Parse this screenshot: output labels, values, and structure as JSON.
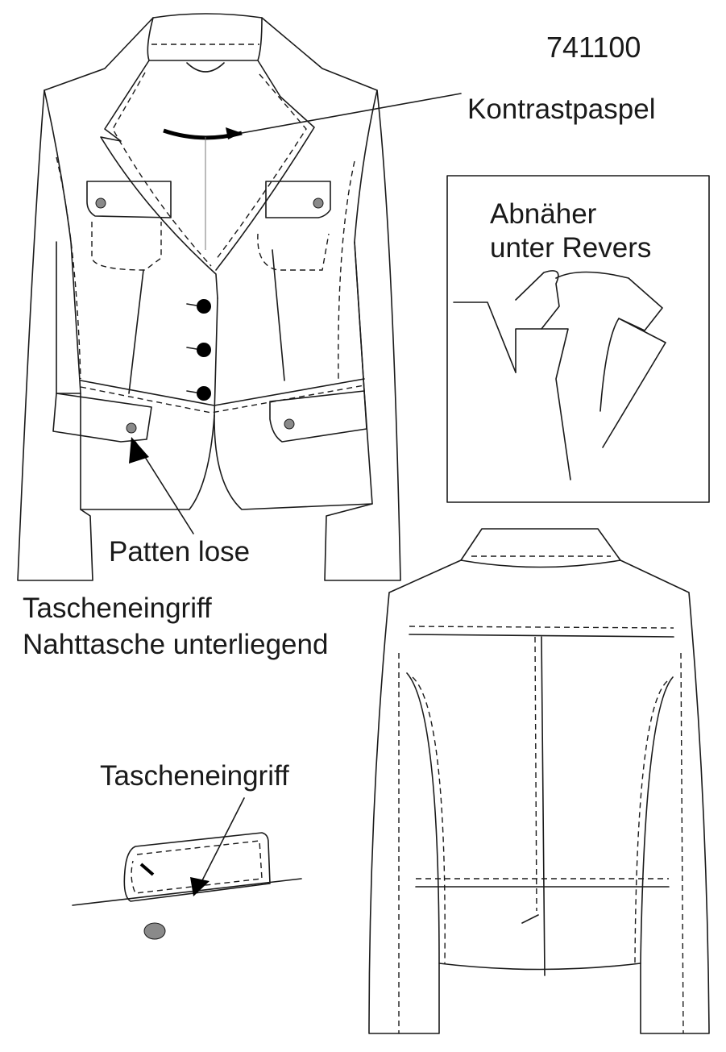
{
  "sheet": {
    "article_number": "741100",
    "labels": {
      "contrast_piping": "Kontrastpaspel",
      "dart_under_lapel_line1": "Abnäher",
      "dart_under_lapel_line2": "unter Revers",
      "loose_flaps": "Patten lose",
      "pocket_opening_line1": "Tascheneingriff",
      "pocket_opening_line2": "Nahttasche unterliegend",
      "pocket_opening_detail": "Tascheneingriff"
    }
  },
  "colors": {
    "line": "#1a1a1a",
    "button_dark": "#000000",
    "button_grey": "#8a8a8a",
    "background": "#ffffff"
  }
}
